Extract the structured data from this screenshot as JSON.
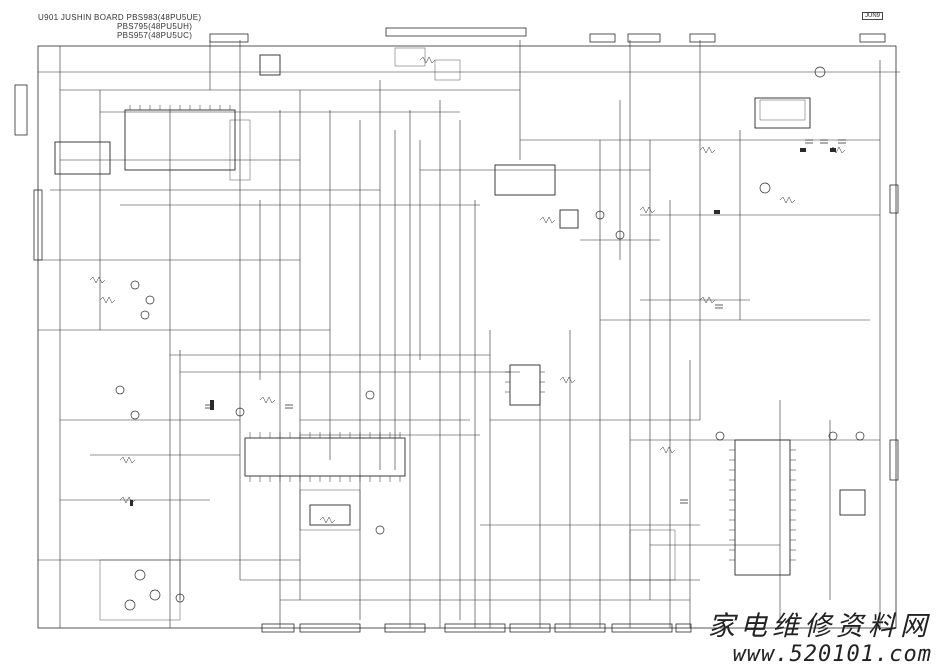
{
  "title_block": {
    "line1": "U901 JUSHIN BOARD PBS983(48PU5UE)",
    "line2": "PBS795(48PU5UH)",
    "line3": "PBS957(48PU5UC)"
  },
  "page_code": "JUN9",
  "watermark": {
    "chinese": "家电维修资料网",
    "url": "www.520101.com"
  },
  "colors": {
    "background": "#ffffff",
    "line": "#2a2a2a",
    "watermark": "#222222"
  },
  "components": {
    "ic_count_large": 4,
    "connector_count_top": 6,
    "connector_count_bottom": 8
  }
}
